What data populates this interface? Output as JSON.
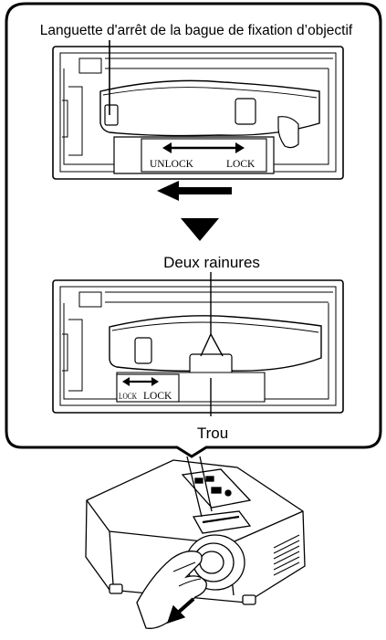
{
  "callout_box": {
    "top_label": "Languette d'arrêt de la bague de fixation d’objectif",
    "panel1": {
      "unlock_label": "UNLOCK",
      "lock_label": "LOCK"
    },
    "middle_label": "Deux rainures",
    "panel2": {
      "lock_partial_label": "LOCK",
      "lock_label": "LOCK"
    },
    "bottom_label": "Trou"
  },
  "colors": {
    "line": "#000000",
    "background": "#ffffff"
  }
}
